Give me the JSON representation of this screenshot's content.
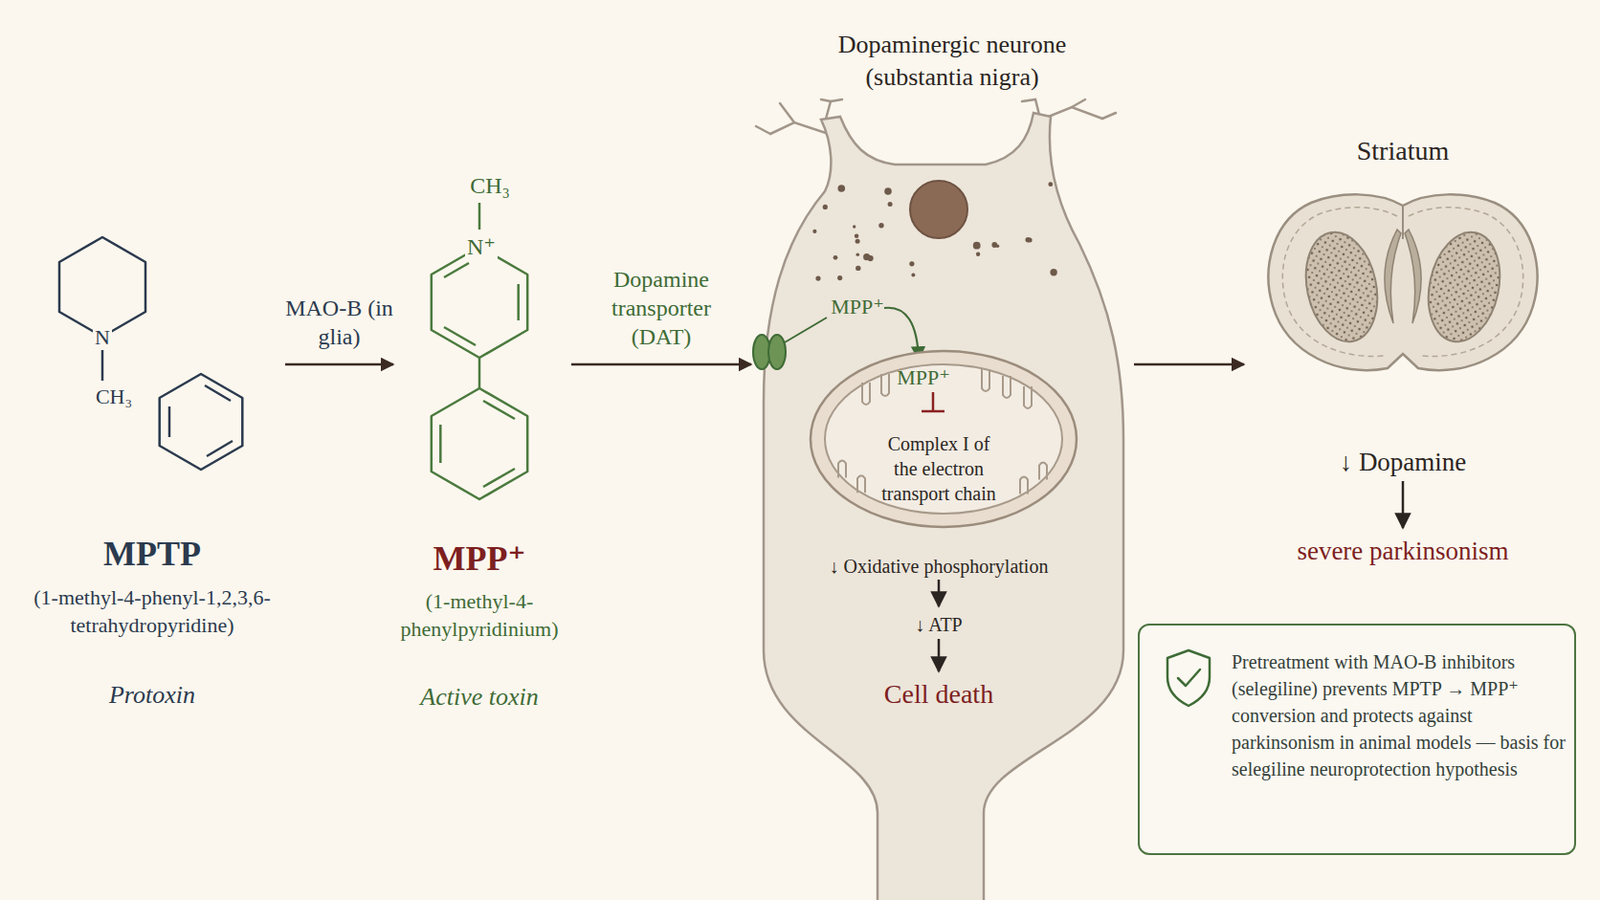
{
  "diagram": {
    "nodes": [
      {
        "text": [
          "MPTP",
          "(1-methyl-4-phenyl-1,2,3,6-tetrahydropyridine)",
          "Protoxin"
        ]
      },
      {
        "text": [
          "MPP⁺",
          "(1-methyl-4-phenylpyridinium)",
          "Active toxin"
        ]
      },
      {
        "text": [
          "Dopaminergic neurone (substantia nigra)",
          "MPP⁺",
          "↓ Oxidative phosphorylation",
          "↓ ATP",
          "Cell death"
        ]
      },
      {
        "text": [
          "MPP⁺",
          "Complex I of the electron transport chain"
        ],
        "in": 2
      },
      {
        "text": [
          "Striatum"
        ]
      },
      {
        "text": [
          "Pretreatment with MAO-B inhibitors (selegiline) prevents MPTP → MPP⁺ conversion and protects against parkinsonism in animal models — basis for selegiline neuroprotection hypothesis"
        ]
      }
    ],
    "edges": [
      {
        "from": 0,
        "to": 1,
        "arrow": "to",
        "label": "MAO-B (in glia)"
      },
      {
        "from": 1,
        "to": 2,
        "arrow": "to",
        "label": "Dopamine transporter (DAT)"
      },
      {
        "from": 2,
        "to": 4,
        "arrow": "to"
      }
    ],
    "labels": [
      "N",
      "CH₃",
      "CH₃",
      "N⁺",
      "↓ Dopamine",
      "severe parkinsonism"
    ]
  }
}
